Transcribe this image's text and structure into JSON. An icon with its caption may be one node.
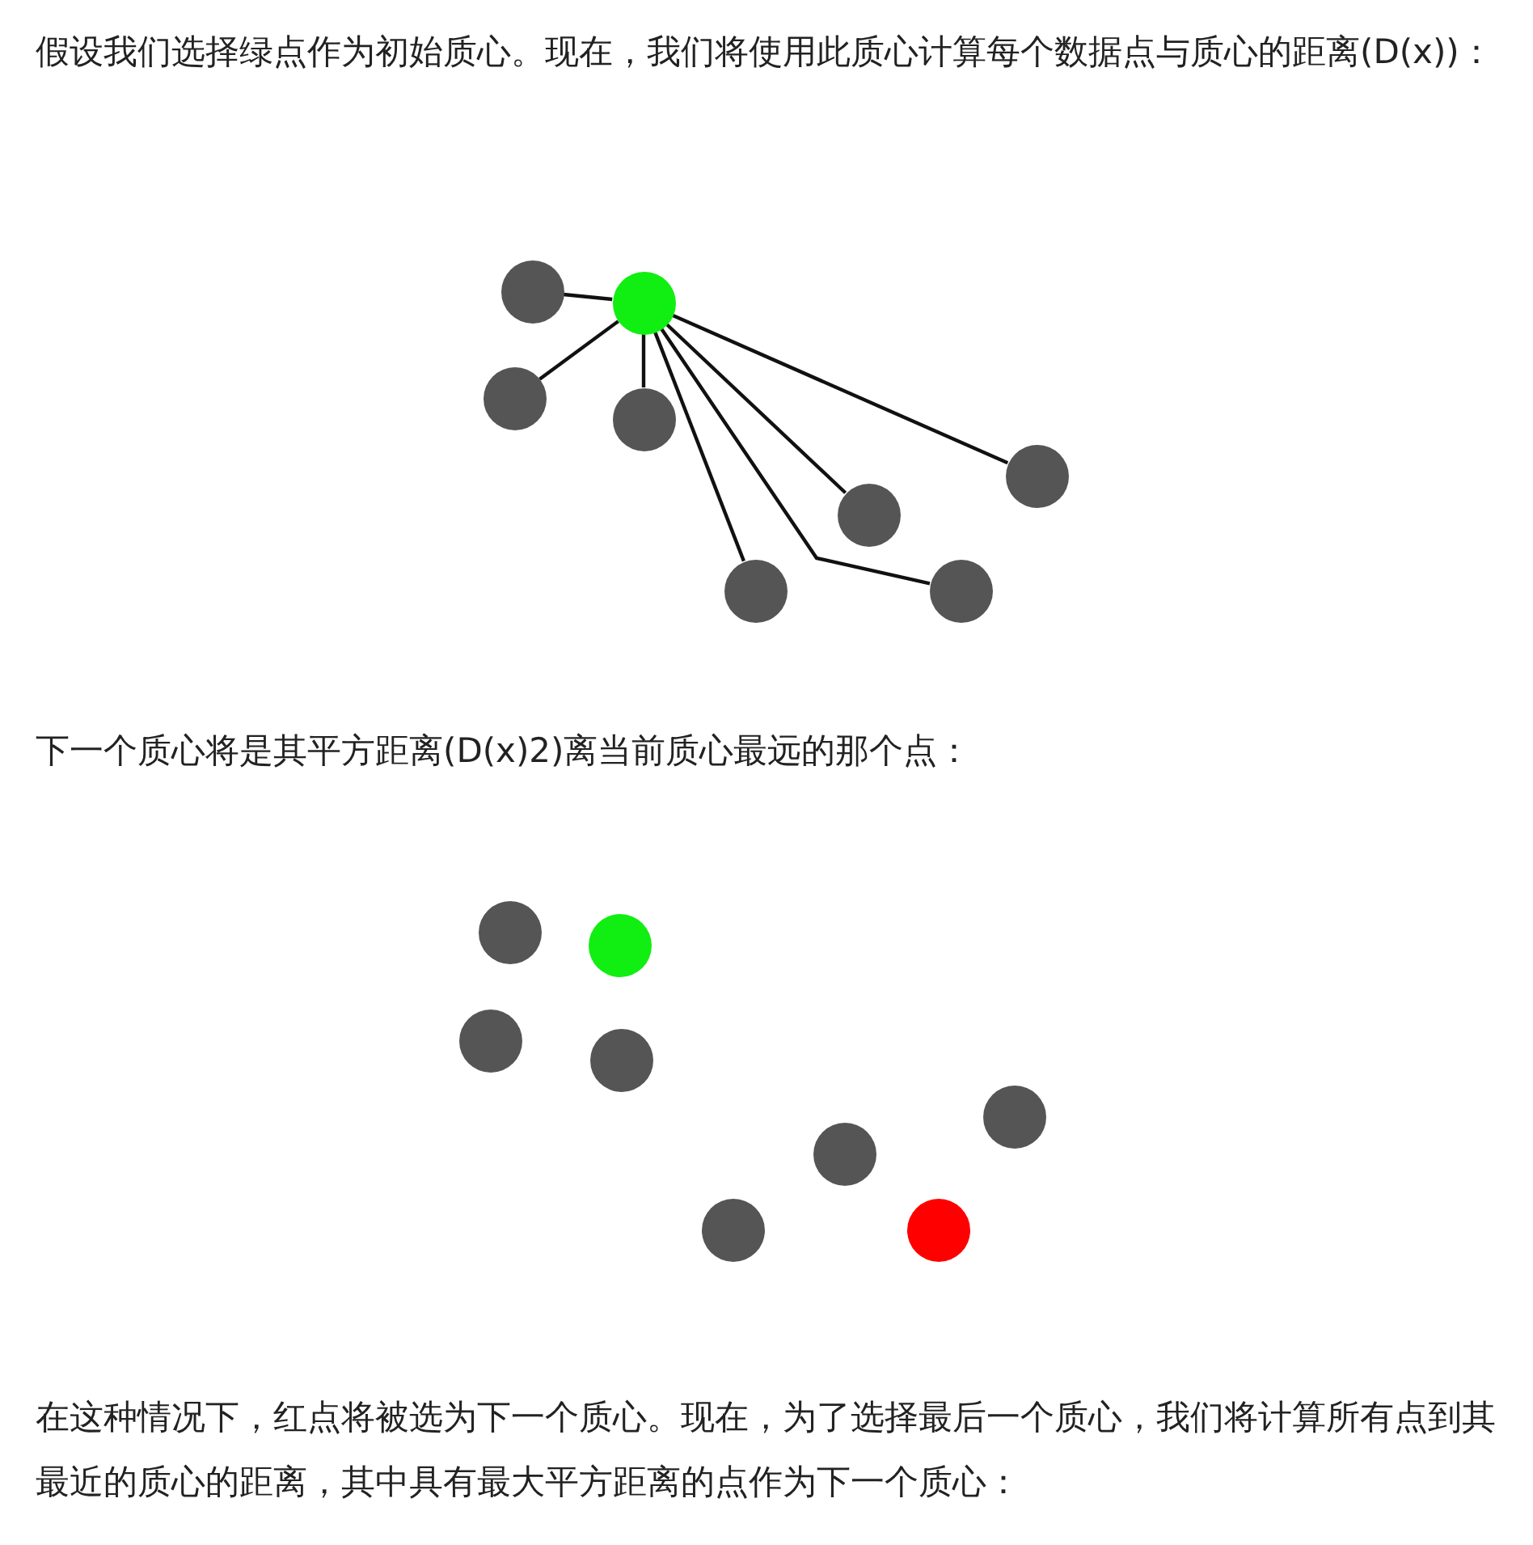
{
  "diagram": {
    "nodes": [
      {
        "text": [],
        "shape": "circle"
      },
      {
        "text": [],
        "shape": "circle"
      },
      {
        "text": [],
        "shape": "circle"
      },
      {
        "text": [],
        "shape": "circle"
      },
      {
        "text": [],
        "shape": "circle"
      },
      {
        "text": [],
        "shape": "circle"
      },
      {
        "text": [],
        "shape": "circle"
      },
      {
        "text": [],
        "shape": "circle"
      },
      {
        "text": [],
        "shape": "circle"
      },
      {
        "text": [],
        "shape": "circle"
      },
      {
        "text": [],
        "shape": "circle"
      },
      {
        "text": [],
        "shape": "circle"
      },
      {
        "text": [],
        "shape": "circle"
      },
      {
        "text": [],
        "shape": "circle"
      },
      {
        "text": [],
        "shape": "circle"
      },
      {
        "text": [],
        "shape": "circle"
      }
    ],
    "edges": [
      {
        "from": 1,
        "to": 0,
        "arrow": "none"
      },
      {
        "from": 1,
        "to": 2,
        "arrow": "none"
      },
      {
        "from": 1,
        "to": 3,
        "arrow": "none"
      },
      {
        "from": 1,
        "to": 4,
        "arrow": "none"
      },
      {
        "from": 1,
        "to": 5,
        "arrow": "none"
      },
      {
        "from": 1,
        "to": 6,
        "arrow": "none"
      },
      {
        "from": 1,
        "to": 7,
        "arrow": "none"
      }
    ],
    "labels": [
      "假设我们选择绿点作为初始质心。现在，我们将使用此质心计算每个数据点与质心的距离(D(x))：",
      "下一个质心将是其平方距离(D(x)2)离当前质心最远的那个点：",
      "在这种情况下，红点将被选为下一个质心。现在，为了选择最后一个质心，我们将计算所有点到其最近的质心的距离，其中具有最大平方距离的点作为下一个质心："
    ]
  }
}
